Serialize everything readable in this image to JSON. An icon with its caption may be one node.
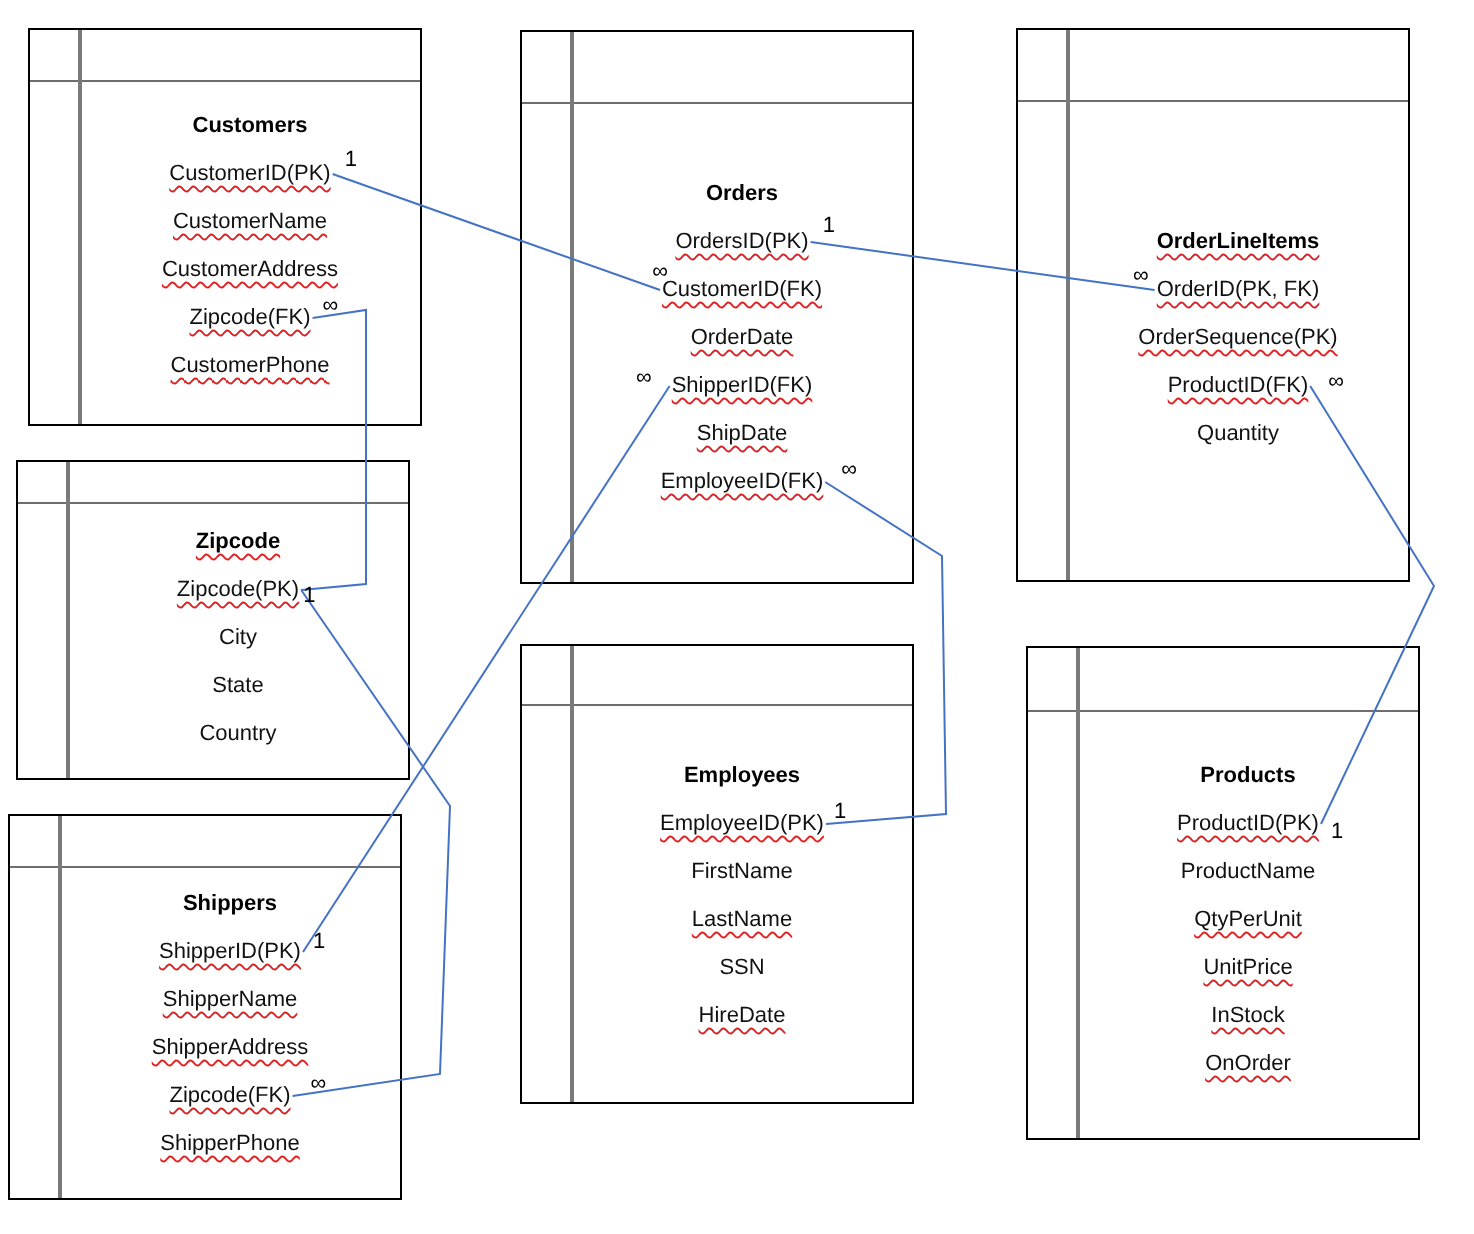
{
  "diagram": {
    "nodes": [
      {
        "text": [
          "Customers"
        ]
      },
      {
        "text": [
          "CustomerID(PK)"
        ],
        "in": 0,
        "beside": [
          "1"
        ]
      },
      {
        "text": [
          "CustomerName"
        ],
        "in": 0
      },
      {
        "text": [
          "CustomerAddress"
        ],
        "in": 0
      },
      {
        "text": [
          "Zipcode(FK)"
        ],
        "in": 0,
        "beside": [
          "∞"
        ]
      },
      {
        "text": [
          "CustomerPhone"
        ],
        "in": 0
      },
      {
        "text": [
          "Orders"
        ]
      },
      {
        "text": [
          "OrdersID(PK)"
        ],
        "in": 6,
        "beside": [
          "1"
        ]
      },
      {
        "text": [
          "CustomerID(FK)"
        ],
        "in": 6,
        "beside": [
          "∞"
        ]
      },
      {
        "text": [
          "OrderDate"
        ],
        "in": 6
      },
      {
        "text": [
          "ShipperID(FK)"
        ],
        "in": 6,
        "beside": [
          "∞"
        ]
      },
      {
        "text": [
          "ShipDate"
        ],
        "in": 6
      },
      {
        "text": [
          "EmployeeID(FK)"
        ],
        "in": 6,
        "beside": [
          "∞"
        ]
      },
      {
        "text": [
          "OrderLineItems"
        ]
      },
      {
        "text": [
          "OrderID(PK, FK)"
        ],
        "in": 13,
        "beside": [
          "∞"
        ]
      },
      {
        "text": [
          "OrderSequence(PK)"
        ],
        "in": 13
      },
      {
        "text": [
          "ProductID(FK)"
        ],
        "in": 13,
        "beside": [
          "∞"
        ]
      },
      {
        "text": [
          "Quantity"
        ],
        "in": 13
      },
      {
        "text": [
          "Zipcode"
        ]
      },
      {
        "text": [
          "Zipcode(PK)"
        ],
        "in": 18,
        "beside": [
          "1"
        ]
      },
      {
        "text": [
          "City"
        ],
        "in": 18
      },
      {
        "text": [
          "State"
        ],
        "in": 18
      },
      {
        "text": [
          "Country"
        ],
        "in": 18
      },
      {
        "text": [
          "Employees"
        ]
      },
      {
        "text": [
          "EmployeeID(PK)"
        ],
        "in": 23,
        "beside": [
          "1"
        ]
      },
      {
        "text": [
          "FirstName"
        ],
        "in": 23
      },
      {
        "text": [
          "LastName"
        ],
        "in": 23
      },
      {
        "text": [
          "SSN"
        ],
        "in": 23
      },
      {
        "text": [
          "HireDate"
        ],
        "in": 23
      },
      {
        "text": [
          "Products"
        ]
      },
      {
        "text": [
          "ProductID(PK)"
        ],
        "in": 29,
        "beside": [
          "1"
        ]
      },
      {
        "text": [
          "ProductName"
        ],
        "in": 29
      },
      {
        "text": [
          "QtyPerUnit"
        ],
        "in": 29
      },
      {
        "text": [
          "UnitPrice"
        ],
        "in": 29
      },
      {
        "text": [
          "InStock"
        ],
        "in": 29
      },
      {
        "text": [
          "OnOrder"
        ],
        "in": 29
      },
      {
        "text": [
          "Shippers"
        ]
      },
      {
        "text": [
          "ShipperID(PK)"
        ],
        "in": 36,
        "beside": [
          "1"
        ]
      },
      {
        "text": [
          "ShipperName"
        ],
        "in": 36
      },
      {
        "text": [
          "ShipperAddress"
        ],
        "in": 36
      },
      {
        "text": [
          "Zipcode(FK)"
        ],
        "in": 36,
        "beside": [
          "∞"
        ]
      },
      {
        "text": [
          "ShipperPhone"
        ],
        "in": 36
      }
    ],
    "edges": [
      {
        "from": 1,
        "to": 8,
        "arrow": "none"
      },
      {
        "from": 7,
        "to": 14,
        "arrow": "none"
      },
      {
        "from": 4,
        "to": 19,
        "arrow": "none"
      },
      {
        "from": 10,
        "to": 37,
        "arrow": "none"
      },
      {
        "from": 12,
        "to": 24,
        "arrow": "none"
      },
      {
        "from": 16,
        "to": 30,
        "arrow": "none"
      },
      {
        "from": 19,
        "to": 40,
        "arrow": "none"
      }
    ]
  }
}
